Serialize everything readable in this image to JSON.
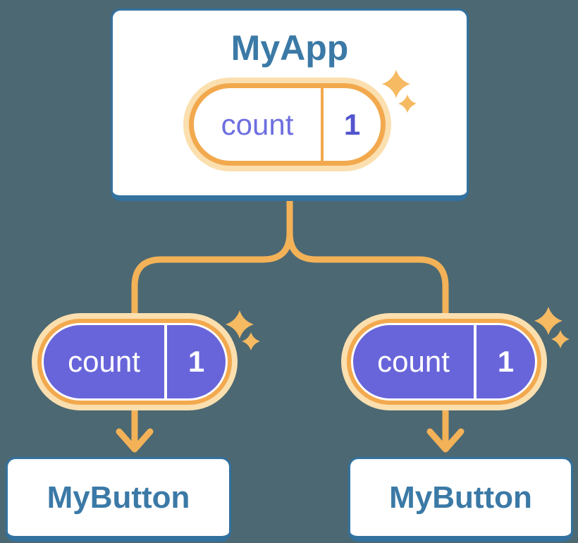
{
  "diagram": {
    "root": {
      "title": "MyApp",
      "prop": {
        "name": "count",
        "value": "1"
      }
    },
    "children": [
      {
        "title": "MyButton",
        "prop": {
          "name": "count",
          "value": "1"
        }
      },
      {
        "title": "MyButton",
        "prop": {
          "name": "count",
          "value": "1"
        }
      }
    ]
  },
  "colors": {
    "background": "#4C6872",
    "card_border": "#33719E",
    "card_title": "#3B79A6",
    "connector": "#F3B258",
    "pill_ring": "#F2A94E",
    "pill_glow": "#FBDFAF",
    "pill_purple": "#6865DA",
    "prop_text_purple": "#6E6FE0",
    "prop_value_purple": "#5355CE",
    "sparkle": "#F5BA62"
  }
}
